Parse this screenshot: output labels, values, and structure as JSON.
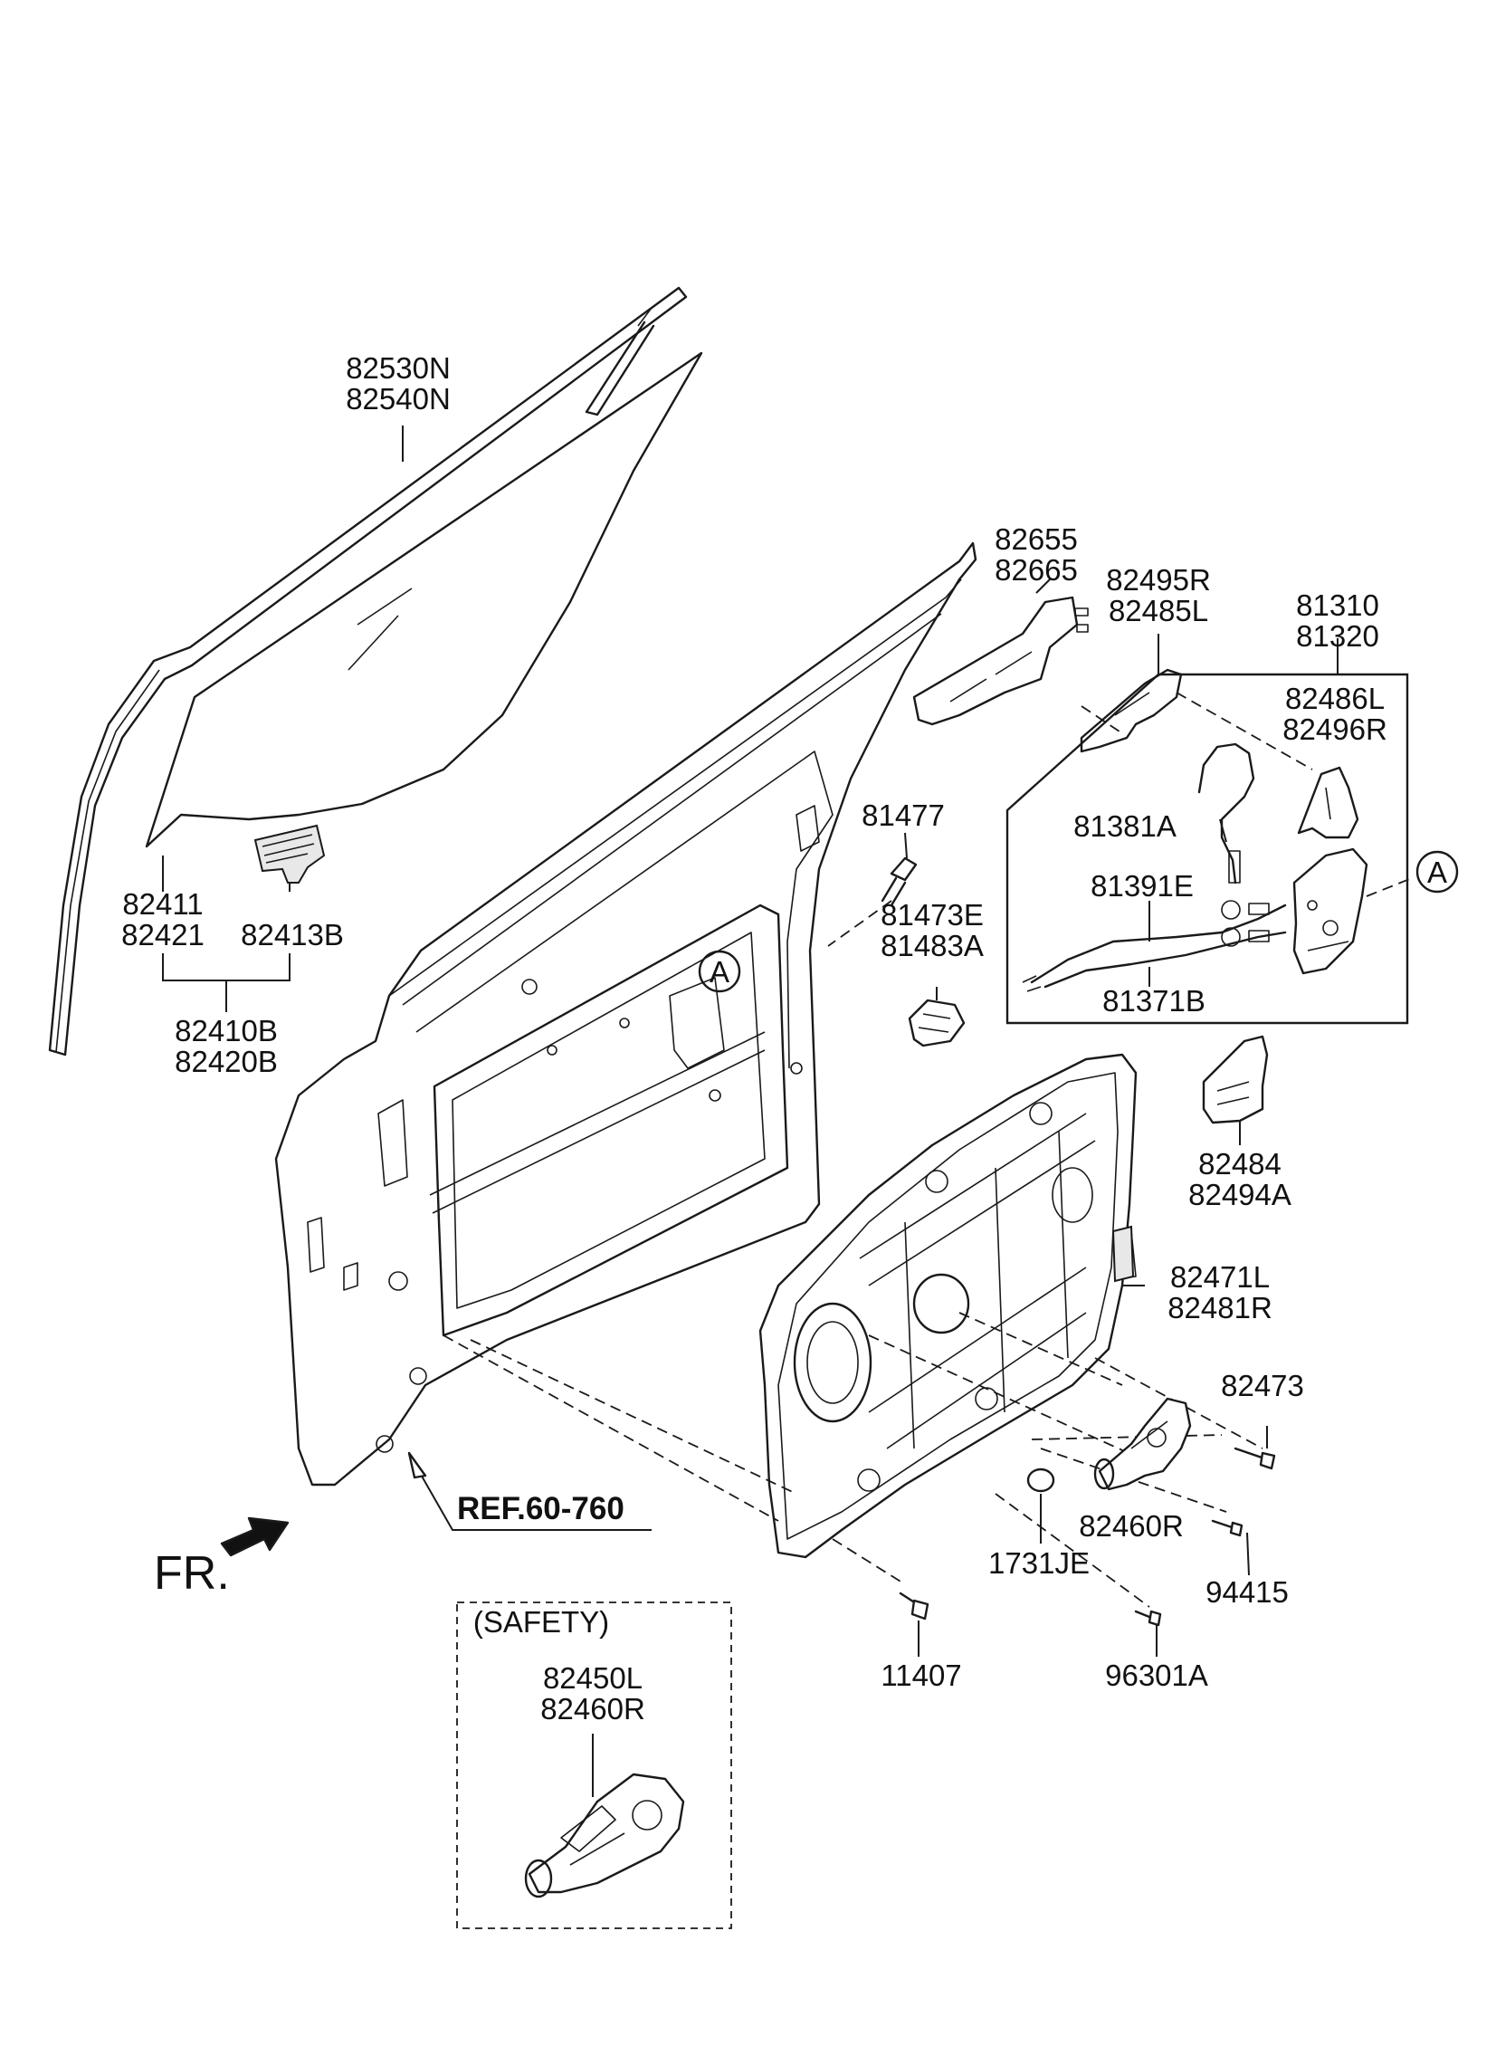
{
  "labels": {
    "p82530": "82530N",
    "p82540": "82540N",
    "p82411": "82411",
    "p82421": "82421",
    "p82413": "82413B",
    "p82410": "82410B",
    "p82420": "82420B",
    "p82655": "82655",
    "p82665": "82665",
    "p82495": "82495R",
    "p82485": "82485L",
    "p81310": "81310",
    "p81320": "81320",
    "p82486": "82486L",
    "p82496": "82496R",
    "p81477": "81477",
    "p81381": "81381A",
    "p81391": "81391E",
    "p81371": "81371B",
    "p81473": "81473E",
    "p81483": "81483A",
    "p82484": "82484",
    "p82494": "82494A",
    "p82471": "82471L",
    "p82481": "82481R",
    "p82473": "82473",
    "p82460a": "82460R",
    "p94415": "94415",
    "p1731": "1731JE",
    "p11407": "11407",
    "p96301": "96301A",
    "safety": "(SAFETY)",
    "p82450": "82450L",
    "p82460b": "82460R",
    "ref": "REF.60-760",
    "fr": "FR.",
    "circleA1": "A",
    "circleA2": "A"
  }
}
